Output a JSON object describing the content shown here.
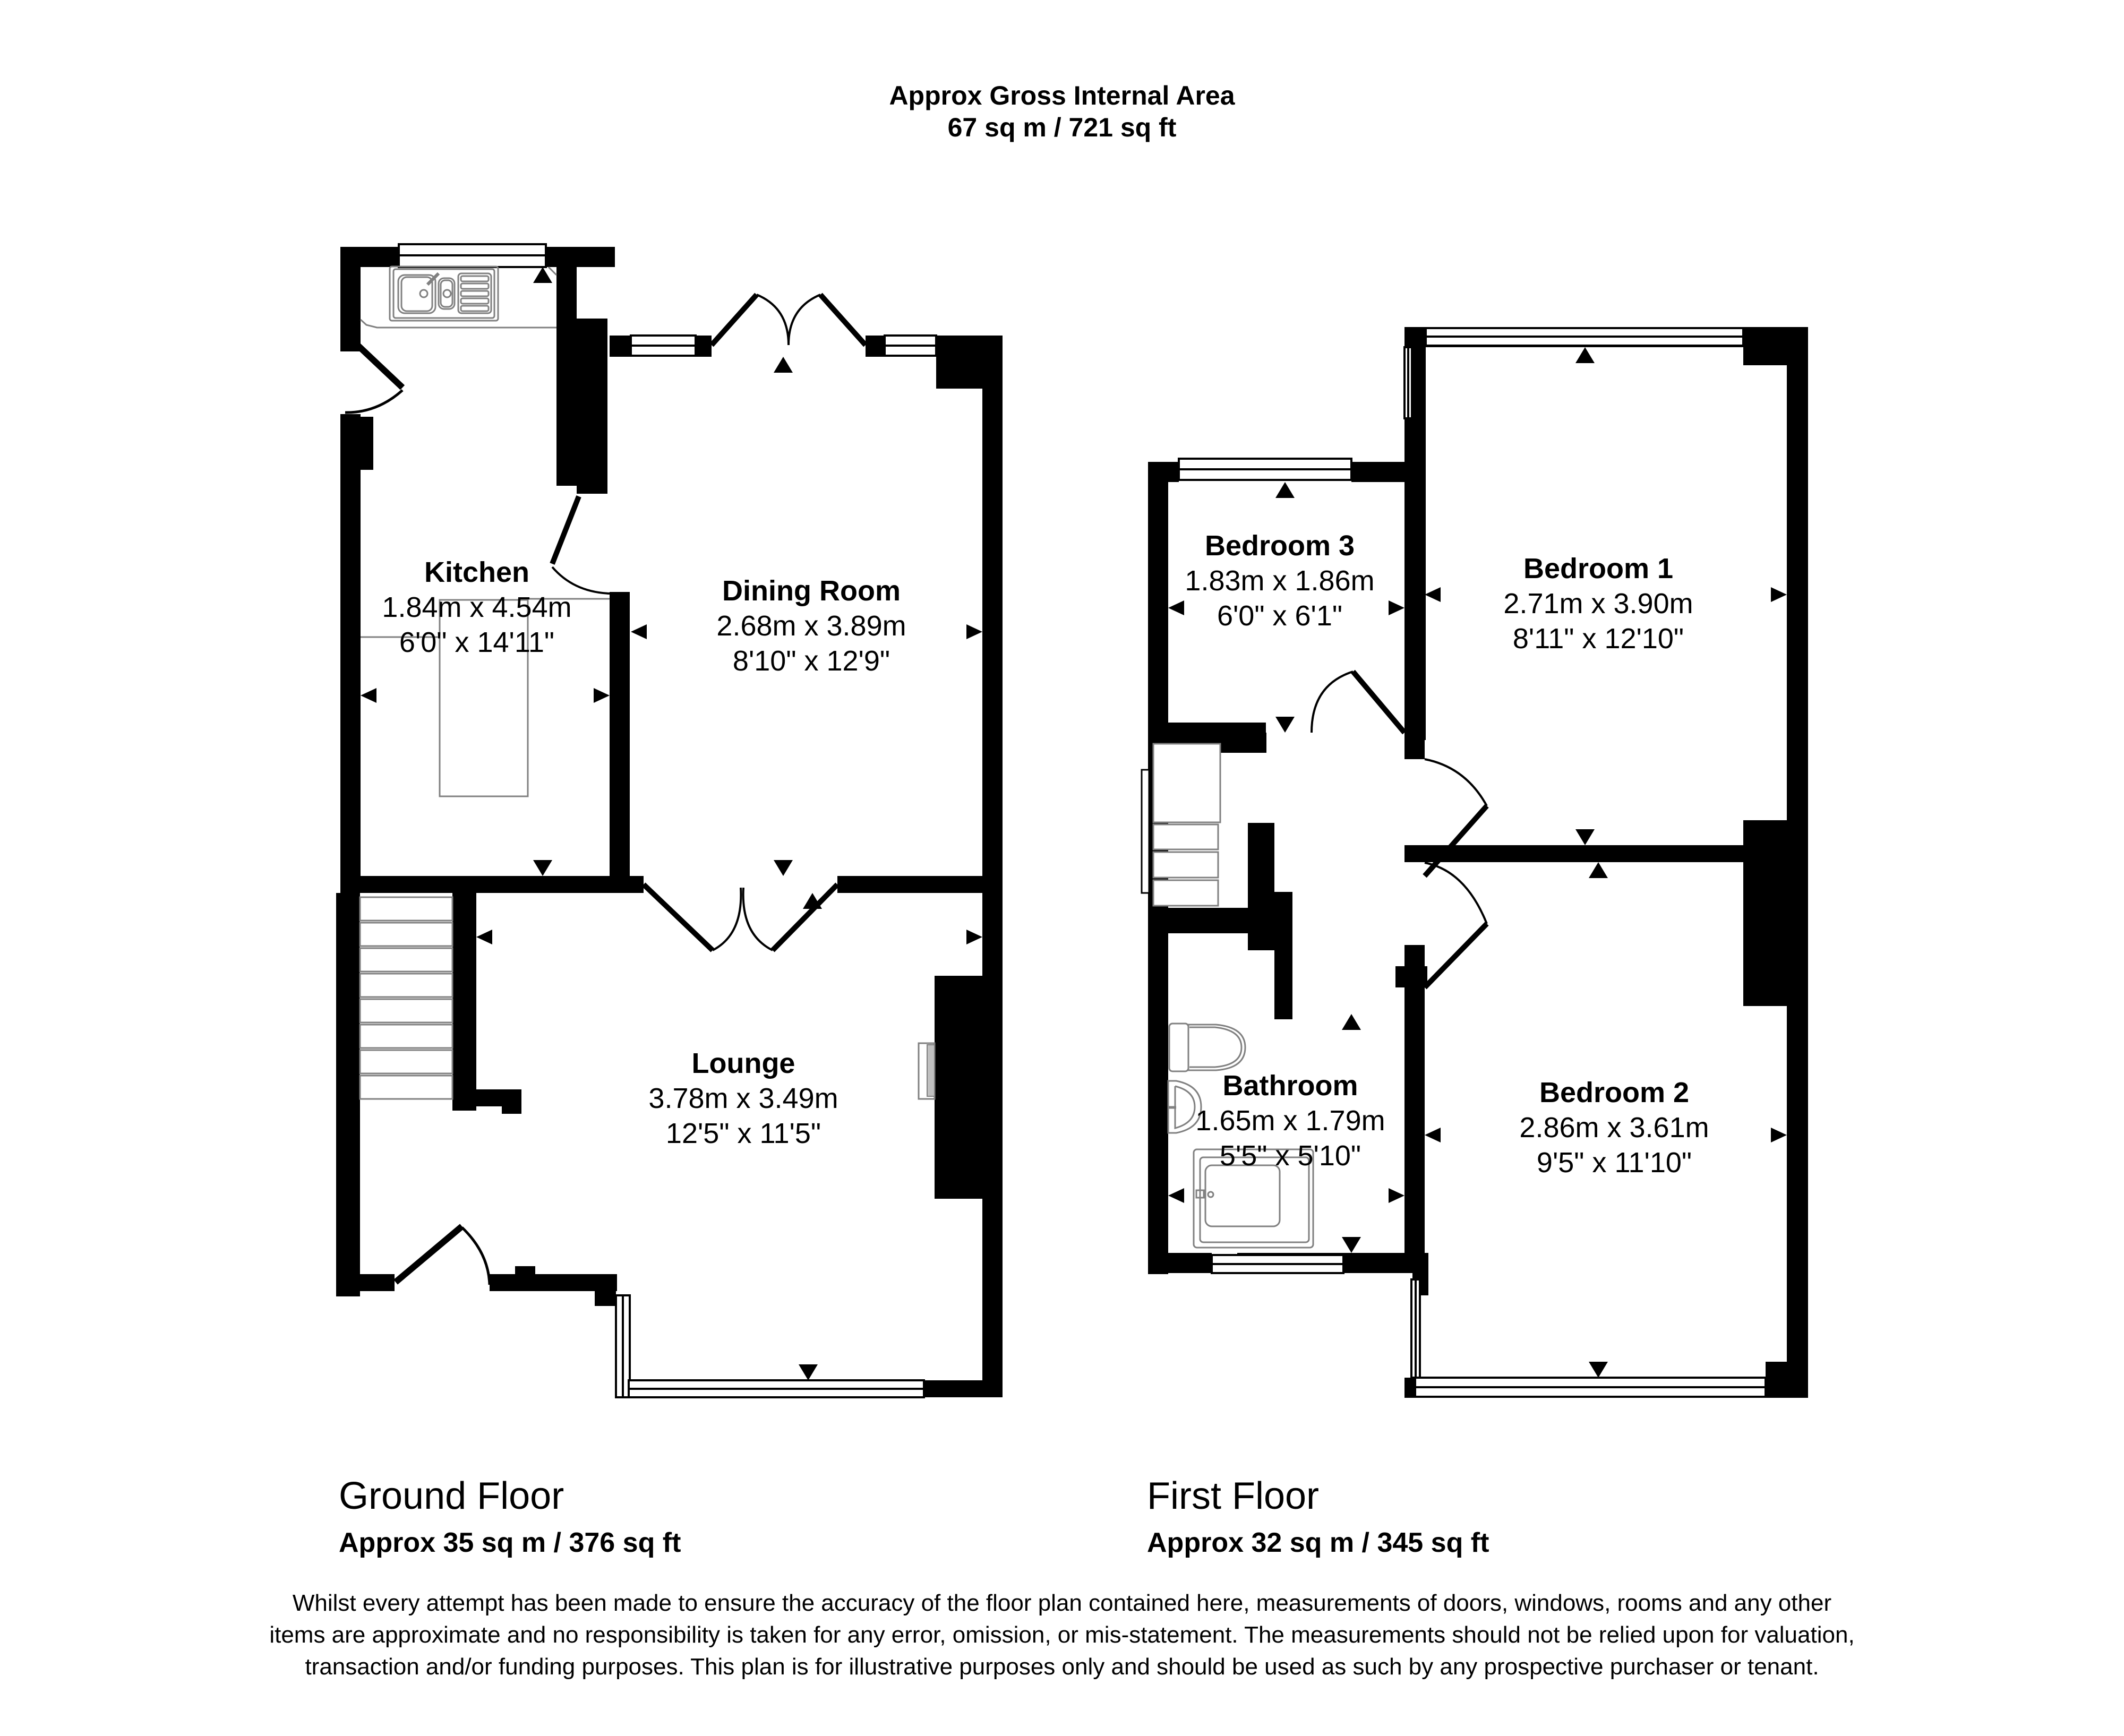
{
  "header": {
    "line1": "Approx Gross Internal Area",
    "line2": "67 sq m / 721 sq ft"
  },
  "floors": [
    {
      "name": "Ground Floor",
      "area": "Approx 35 sq m / 376 sq ft",
      "rooms": [
        {
          "name": "Kitchen",
          "metric": "1.84m x 4.54m",
          "imperial": "6'0\" x 14'11\""
        },
        {
          "name": "Dining Room",
          "metric": "2.68m x 3.89m",
          "imperial": "8'10\" x 12'9\""
        },
        {
          "name": "Lounge",
          "metric": "3.78m x 3.49m",
          "imperial": "12'5\" x 11'5\""
        }
      ]
    },
    {
      "name": "First Floor",
      "area": "Approx 32 sq m / 345 sq ft",
      "rooms": [
        {
          "name": "Bedroom 3",
          "metric": "1.83m x 1.86m",
          "imperial": "6'0\" x 6'1\""
        },
        {
          "name": "Bedroom 1",
          "metric": "2.71m x 3.90m",
          "imperial": "8'11\" x 12'10\""
        },
        {
          "name": "Bathroom",
          "metric": "1.65m x 1.79m",
          "imperial": "5'5\" x 5'10\""
        },
        {
          "name": "Bedroom 2",
          "metric": "2.86m x 3.61m",
          "imperial": "9'5\" x 11'10\""
        }
      ]
    }
  ],
  "disclaimer": "Whilst every attempt has been made to ensure the accuracy of the floor plan contained here, measurements of doors, windows, rooms and any other items are approximate and no responsibility is taken for any error, omission, or mis-statement. The measurements should not be relied upon for valuation, transaction and/or funding purposes. This plan is for illustrative purposes only and should be used as such by any prospective purchaser or tenant.",
  "colors": {
    "wall": "#000000",
    "fixture": "#808080",
    "fireplace_fill": "#c0c0c0",
    "background": "#ffffff"
  }
}
